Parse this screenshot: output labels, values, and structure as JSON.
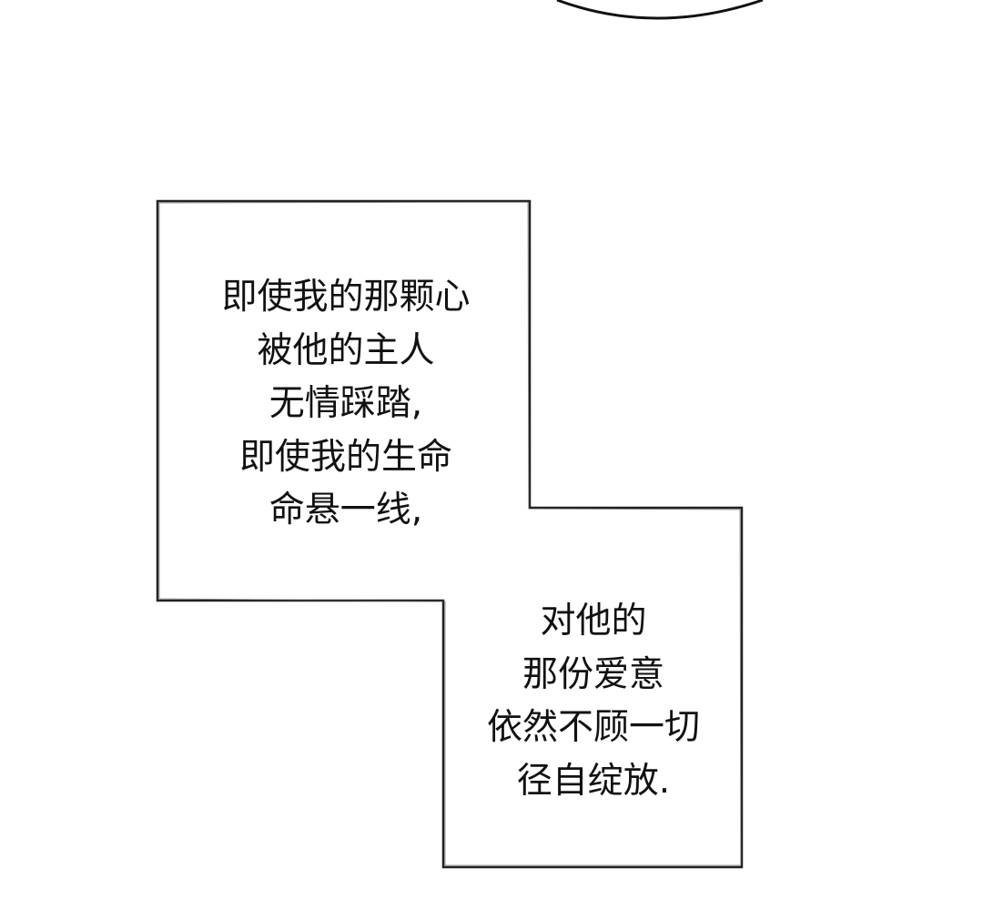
{
  "caption_left": {
    "lines": [
      "即使我的那颗心",
      "被他的主人",
      "无情踩踏,",
      "即使我的生命",
      "命悬一线,"
    ]
  },
  "caption_right": {
    "lines": [
      "对他的",
      "那份爱意",
      "依然不顾一切",
      "径自绽放."
    ]
  }
}
